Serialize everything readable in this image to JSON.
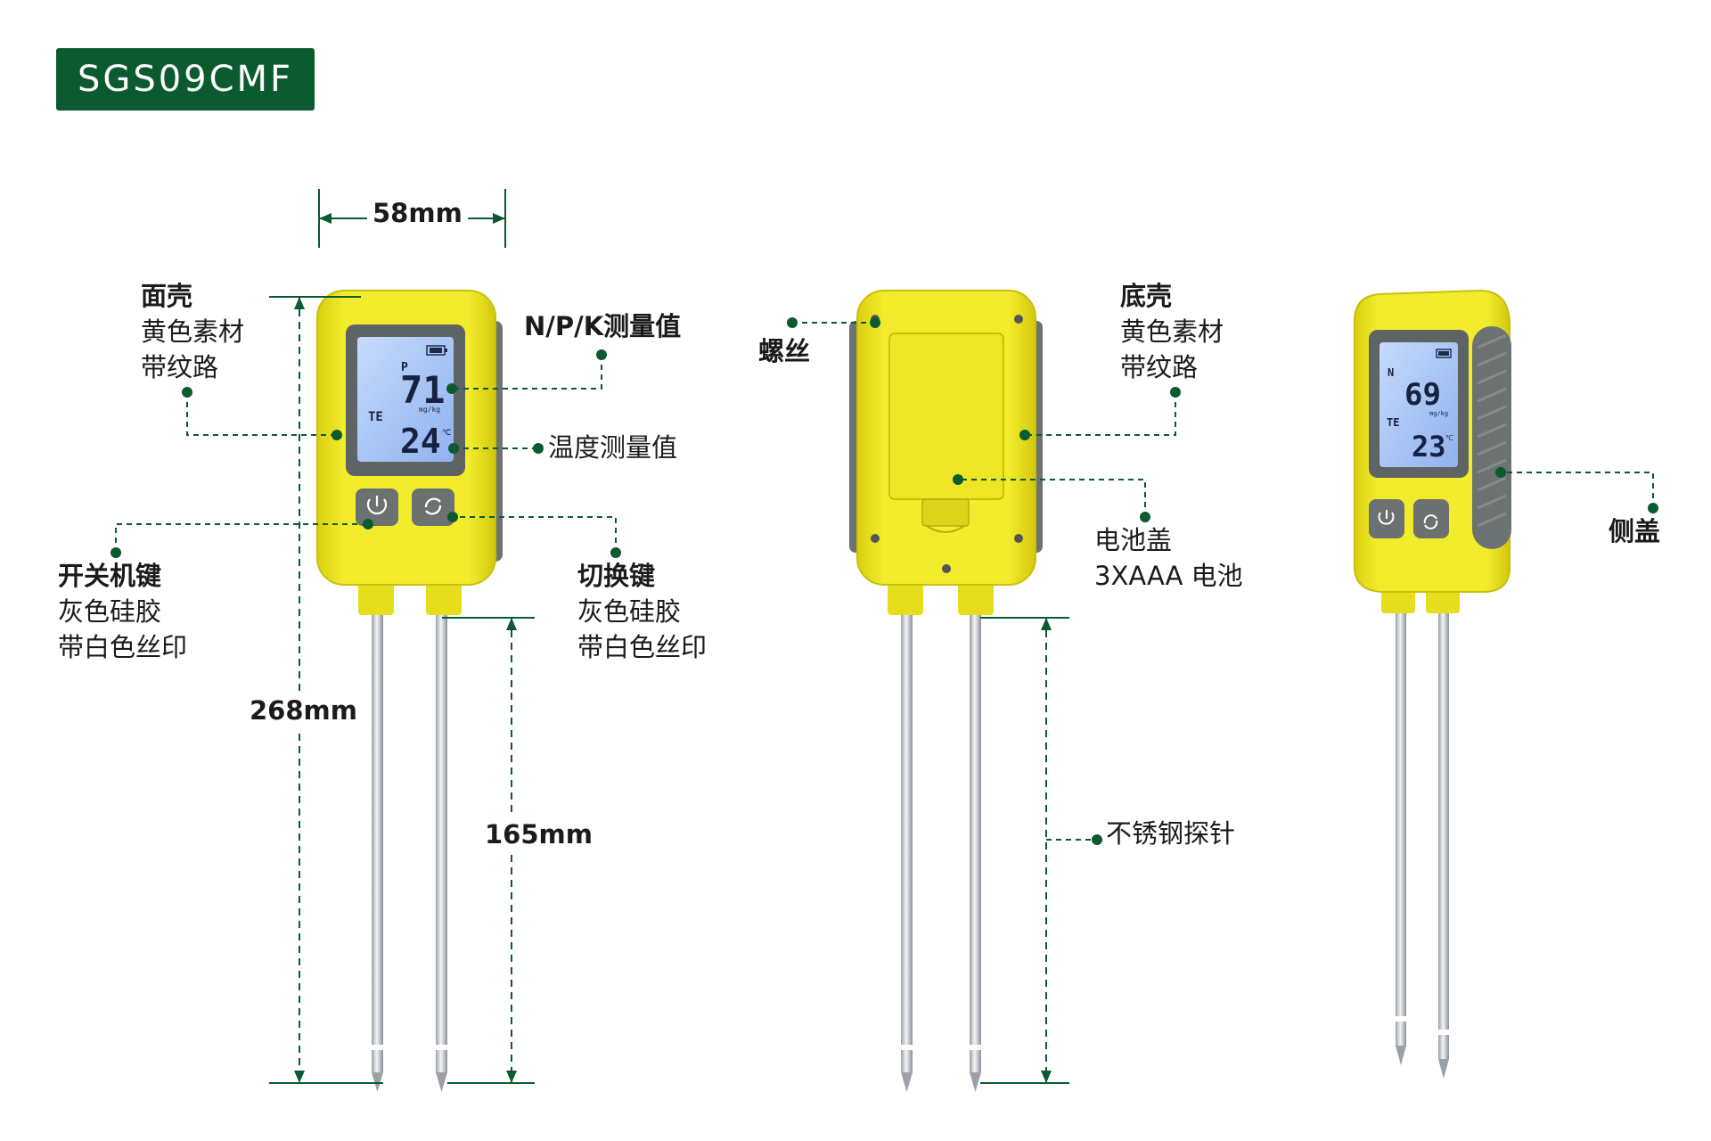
{
  "model": "SGS09CMF",
  "dimensions": {
    "width": "58mm",
    "total_length": "268mm",
    "probe_length": "165mm"
  },
  "front_device": {
    "lcd": {
      "top_label": "P",
      "top_value": "71",
      "unit": "mg/kg",
      "temp_label": "TE",
      "temp_value": "24",
      "temp_unit": "℃"
    }
  },
  "side_device": {
    "lcd": {
      "top_label": "N",
      "top_value": "69",
      "unit": "mg/kg",
      "temp_label": "TE",
      "temp_value": "23",
      "temp_unit": "℃"
    }
  },
  "callouts": {
    "face_shell": {
      "title": "面壳",
      "lines": [
        "黄色素材",
        "带纹路"
      ]
    },
    "npk_value": {
      "title": "N/P/K测量值"
    },
    "temp_value": {
      "title": "温度测量值"
    },
    "power_key": {
      "title": "开关机键",
      "lines": [
        "灰色硅胶",
        "带白色丝印"
      ]
    },
    "switch_key": {
      "title": "切换键",
      "lines": [
        "灰色硅胶",
        "带白色丝印"
      ]
    },
    "screw": {
      "title": "螺丝"
    },
    "bottom_shell": {
      "title": "底壳",
      "lines": [
        "黄色素材",
        "带纹路"
      ]
    },
    "battery_cover": {
      "title": "电池盖",
      "lines": [
        "3XAAA 电池"
      ]
    },
    "probe": {
      "title": "不锈钢探针"
    },
    "side_cover": {
      "title": "侧盖"
    }
  },
  "colors": {
    "accent_green": "#0b5a30",
    "body_yellow": "#f2ea2a",
    "rubber_gray": "#6d7372",
    "lcd_blue": "#a9c6f5"
  }
}
